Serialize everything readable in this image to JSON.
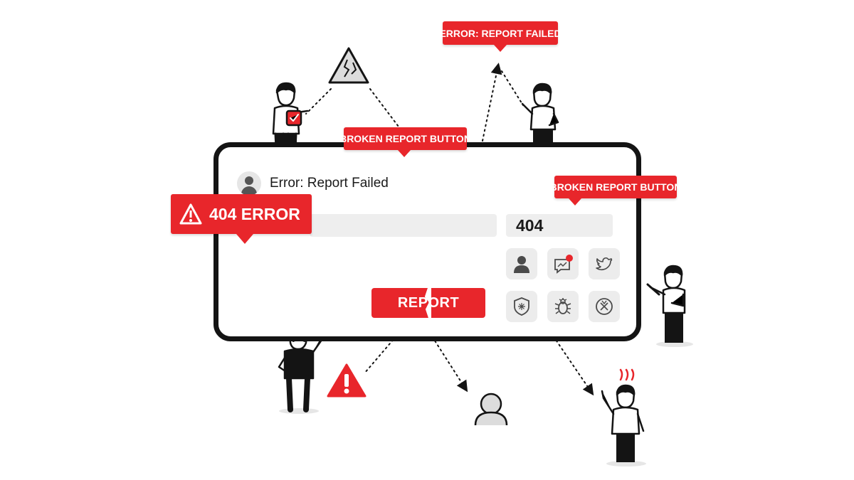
{
  "window": {
    "header_title": "Error: Report Failed",
    "code_value": "404",
    "report_label": "REPORT"
  },
  "callouts": {
    "top": "ERROR: REPORT FAILED",
    "middle": "BROKEN REPORT BUTTON",
    "right": "BROKEN REPORT BUTTON",
    "error_404": "404 ERROR"
  },
  "icons": {
    "tiles": [
      "user-icon",
      "message-alert-icon",
      "bird-icon",
      "shield-star-icon",
      "bug-icon",
      "broken-link-icon"
    ],
    "floating": [
      "cracked-warning-icon",
      "shield-icon",
      "broken-shield-icon",
      "warning-outline-icon",
      "warning-red-icon",
      "user-silhouette-icon"
    ]
  },
  "colors": {
    "accent_red": "#e8262b",
    "outline": "#141414",
    "tile_gray": "#ececec"
  }
}
